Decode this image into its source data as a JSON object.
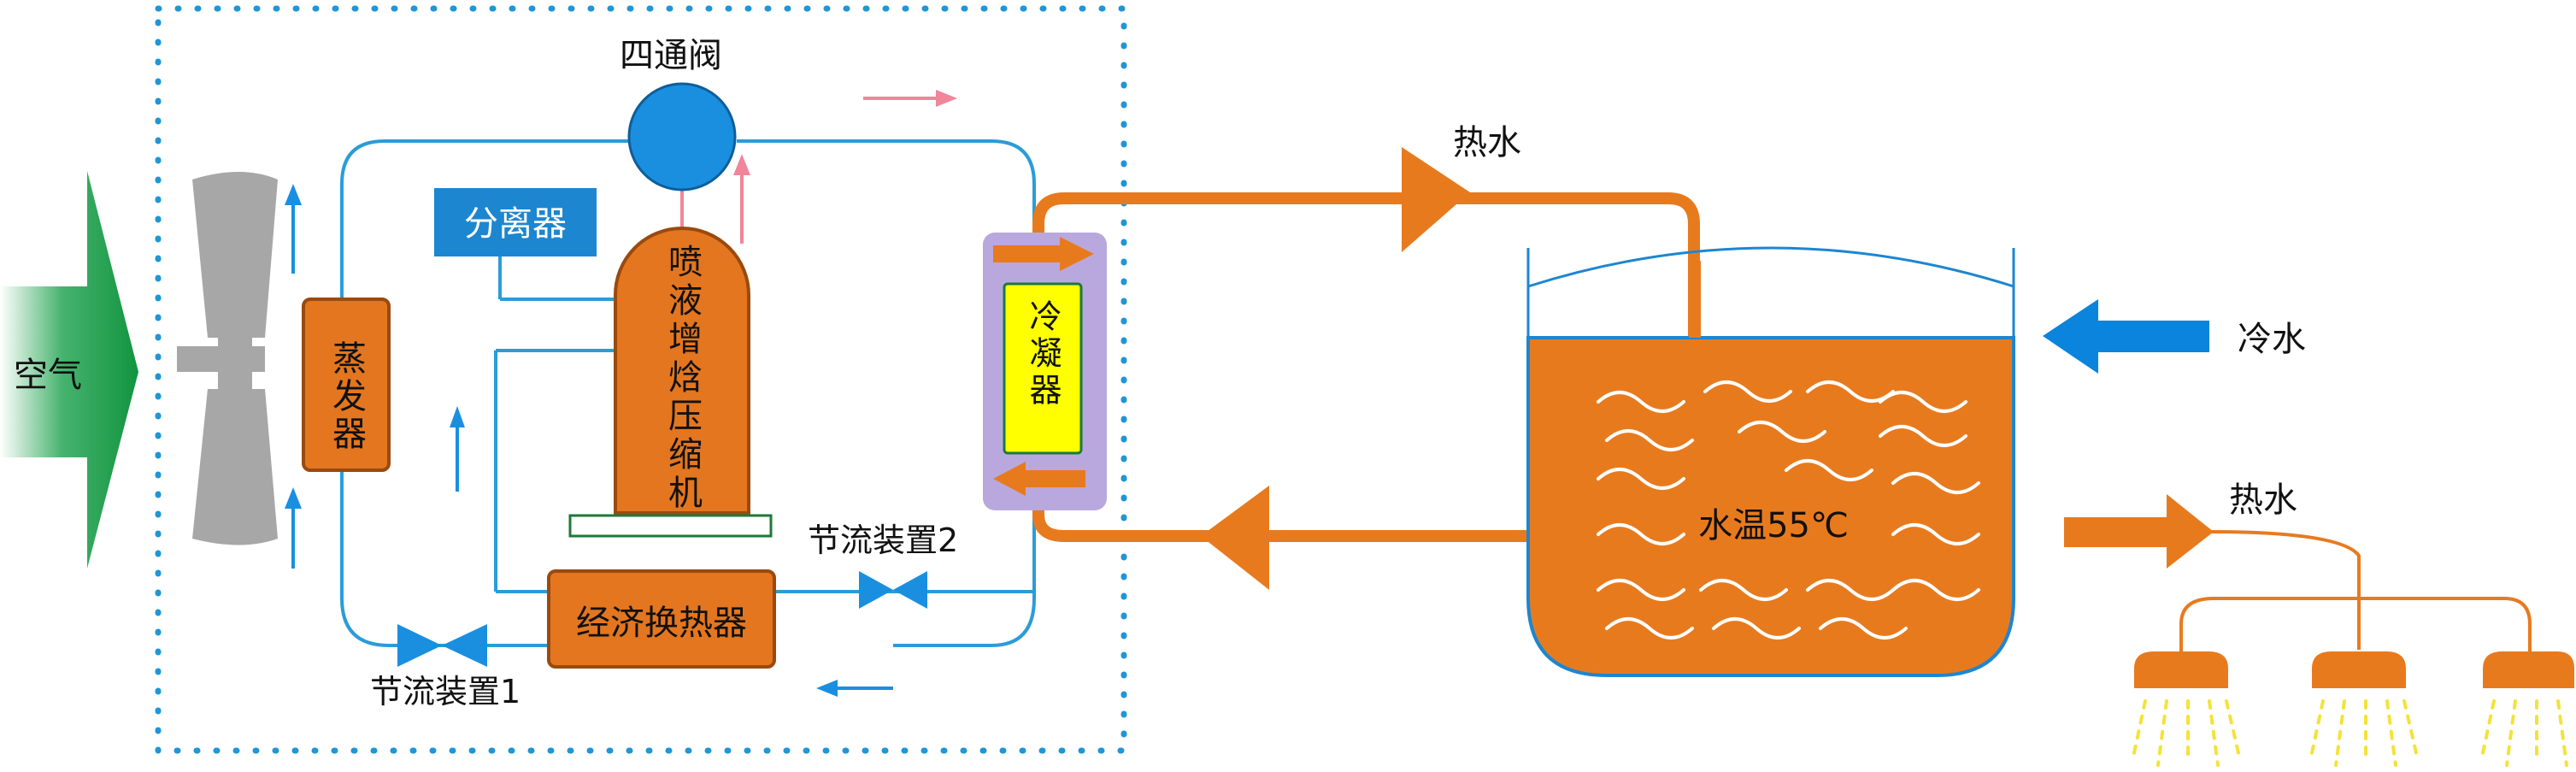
{
  "labels": {
    "four_way_valve": "四通阀",
    "separator": "分离器",
    "air": "空气",
    "evaporator": "蒸发器",
    "compressor": "喷液增焓压缩机",
    "condenser": "冷凝器",
    "economizer": "经济换热器",
    "throttle_1": "节流装置1",
    "throttle_2": "节流装置2",
    "hot_water_top": "热水",
    "cold_water": "冷水",
    "water_temp": "水温55℃",
    "hot_water_right": "热水"
  },
  "colors": {
    "refrigerant_line": "#2b9cd8",
    "water_pipe": "#e87a1e",
    "component_fill": "#e3761f",
    "component_border": "#9a4a0f",
    "separator_fill": "#1d86d0",
    "valve_fill": "#1a8fe0",
    "condenser_panel": "#b9a8dd",
    "condenser_core": "#ffff00",
    "fan": "#a7a7a7",
    "air_arrow": "#1b9a4d",
    "cold_water_arrow": "#0a84dc",
    "boundary_dots": "#1f96d6",
    "spray_drops": "#f4e23a"
  }
}
